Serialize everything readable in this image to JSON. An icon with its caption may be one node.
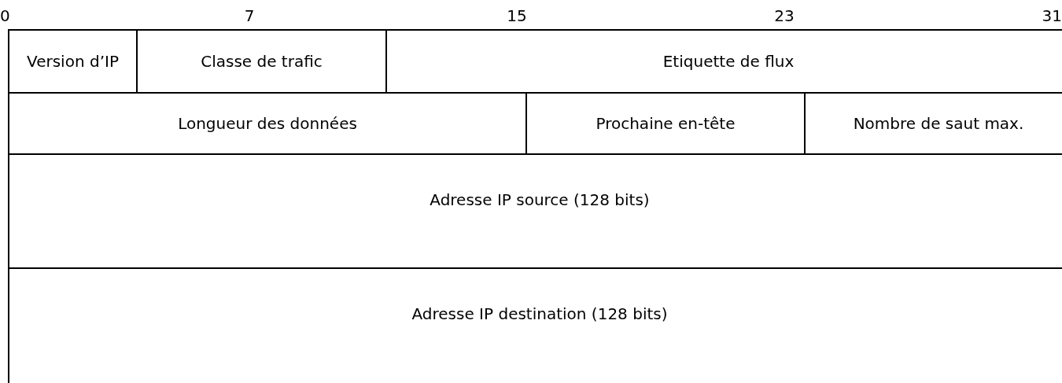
{
  "diagram": {
    "nodes": [
      {
        "text": [
          "Version d’IP"
        ]
      },
      {
        "text": [
          "Classe de trafic"
        ]
      },
      {
        "text": [
          "Etiquette de flux"
        ]
      },
      {
        "text": [
          "Longueur des données"
        ]
      },
      {
        "text": [
          "Prochaine en-tête"
        ]
      },
      {
        "text": [
          "Nombre de saut max."
        ]
      },
      {
        "text": [
          "Adresse IP source (128 bits)"
        ]
      },
      {
        "text": [
          "Adresse IP destination (128 bits)"
        ]
      }
    ],
    "labels": [
      "0",
      "7",
      "15",
      "23",
      "31"
    ]
  }
}
